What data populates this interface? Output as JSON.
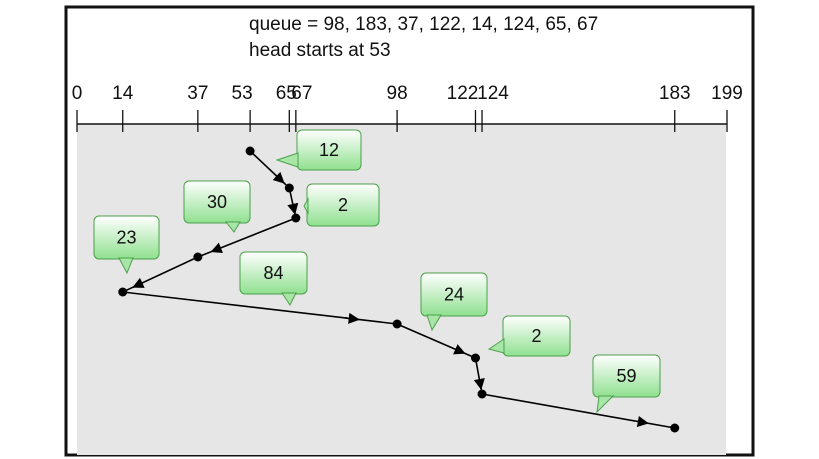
{
  "header": {
    "queue_line": "queue = 98, 183, 37, 122, 14, 124, 65, 67",
    "head_line": "head starts at 53"
  },
  "axis": {
    "min": 0,
    "max": 199,
    "ticks": [
      "0",
      "14",
      "37",
      "53",
      "65",
      "67",
      "98",
      "122",
      "124",
      "183",
      "199"
    ]
  },
  "diagram": {
    "head_start": 53,
    "sequence": [
      53,
      65,
      67,
      37,
      14,
      98,
      122,
      124,
      183
    ],
    "distances": [
      "12",
      "2",
      "30",
      "23",
      "84",
      "24",
      "2",
      "59"
    ]
  },
  "colors": {
    "panel": "#e6e6e6",
    "frame": "#111111",
    "bubble_fill_top": "#ffffff",
    "bubble_fill_bottom": "#8fe08f",
    "bubble_border": "#4aa04a",
    "path": "#000000"
  }
}
